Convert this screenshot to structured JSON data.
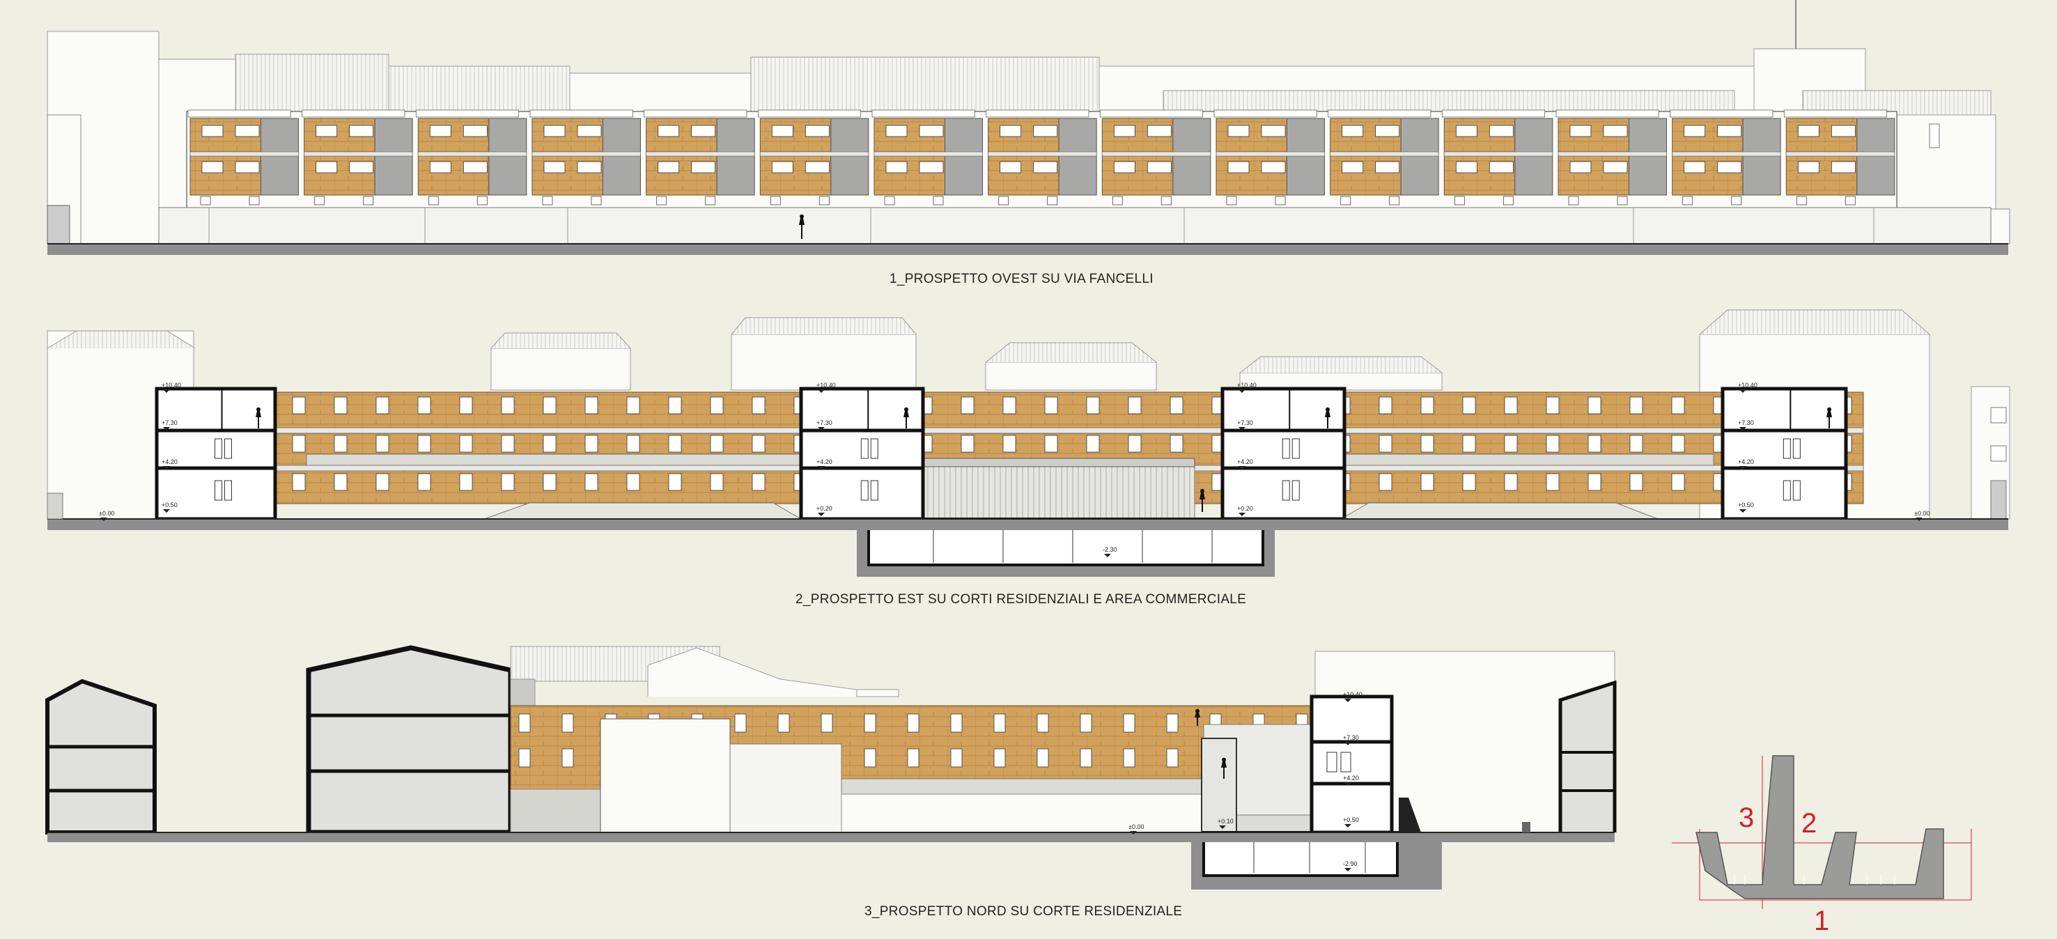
{
  "captions": {
    "elevation_1": "1_PROSPETTO OVEST SU VIA FANCELLI",
    "elevation_2": "2_PROSPETTO EST SU CORTI RESIDENZIALI E AREA COMMERCIALE",
    "elevation_3": "3_PROSPETTO NORD SU CORTE RESIDENZIALE"
  },
  "key_plan": {
    "marker_1": "1",
    "marker_2": "2",
    "marker_3": "3"
  },
  "levels": {
    "l1040": "+10.40",
    "l730": "+7.30",
    "l420": "+4.20",
    "l050": "+0.50",
    "l020": "+0.20",
    "l000": "±0.00",
    "l230": "-2.30",
    "l290": "-2.90",
    "l010": "+0.10"
  },
  "colors": {
    "background": "#efefe4",
    "wood_panel": "#d2a25c",
    "ground": "#8e8e8e",
    "key_marker": "#d0202a"
  }
}
